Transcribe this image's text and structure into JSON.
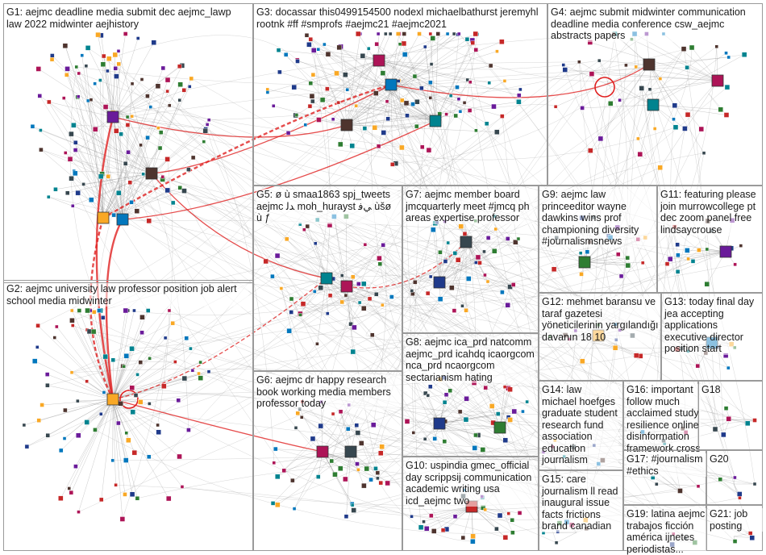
{
  "colors": {
    "edge": "#8a8a8a",
    "edge_strong": "#e02020",
    "box_border": "#9a9a9a",
    "node_palette": [
      "#1f3a8a",
      "#2e7d32",
      "#c62828",
      "#6a1b9a",
      "#f9a825",
      "#0277bd",
      "#4e342e",
      "#00838f",
      "#ad1457",
      "#37474f"
    ]
  },
  "groups": [
    {
      "id": "G1",
      "label": "G1: aejmc deadline media submit dec aejmc_lawp law 2022 midwinter aejhistory"
    },
    {
      "id": "G2",
      "label": "G2: aejmc university law professor position job alert school media midwinter"
    },
    {
      "id": "G3",
      "label": "G3: docassar this0499154500 nodexl michaelbathurst jeremyhl rootnk #ff #smprofs #aejmc21 #aejmc2021"
    },
    {
      "id": "G4",
      "label": "G4: aejmc submit midwinter communication deadline media conference csw_aejmc abstracts papers"
    },
    {
      "id": "G5",
      "label": "G5: ø ù smaa1863 spj_tweets aejmc ﺪﻟ moh_hurayst ﻲﻓ ùšø ù ƒ"
    },
    {
      "id": "G6",
      "label": "G6: aejmc dr happy research book working media members professor today"
    },
    {
      "id": "G7",
      "label": "G7: aejmc member board jmcquarterly meet #jmcq ph areas expertise professor"
    },
    {
      "id": "G8",
      "label": "G8: aejmc ica_prd natcomm aejmc_prd icahdq icaorgcom nca_prd ncaorgcom sectarianism hating"
    },
    {
      "id": "G9",
      "label": "G9: aejmc law princeeditor wayne dawkins wins prof championing diversity #journalismsnews"
    },
    {
      "id": "G10",
      "label": "G10: uspindia gmec_official day scrippsij communication academic writing usa icd_aejmc two"
    },
    {
      "id": "G11",
      "label": "G11: featuring please join murrowcollege pt dec zoom panel free lindsaycrouse"
    },
    {
      "id": "G12",
      "label": "G12: mehmet baransu ve taraf gazetesi yöneticilerinin yargılandığı davanın 18 10"
    },
    {
      "id": "G13",
      "label": "G13: today final day jea accepting applications executive director position start"
    },
    {
      "id": "G14",
      "label": "G14: law michael hoefges graduate student research fund association education journalism"
    },
    {
      "id": "G15",
      "label": "G15: care journalism ll read inaugural issue facts frictions brand canadian"
    },
    {
      "id": "G16",
      "label": "G16: important follow much acclaimed study resilience online disinformation framework cross"
    },
    {
      "id": "G17",
      "label": "G17: #journalism #ethics"
    },
    {
      "id": "G18",
      "label": "G18"
    },
    {
      "id": "G19",
      "label": "G19: latina aejmc trabajos ficción américa ijnetes periodistas..."
    },
    {
      "id": "G20",
      "label": "G20"
    },
    {
      "id": "G21",
      "label": "G21: job posting"
    }
  ]
}
